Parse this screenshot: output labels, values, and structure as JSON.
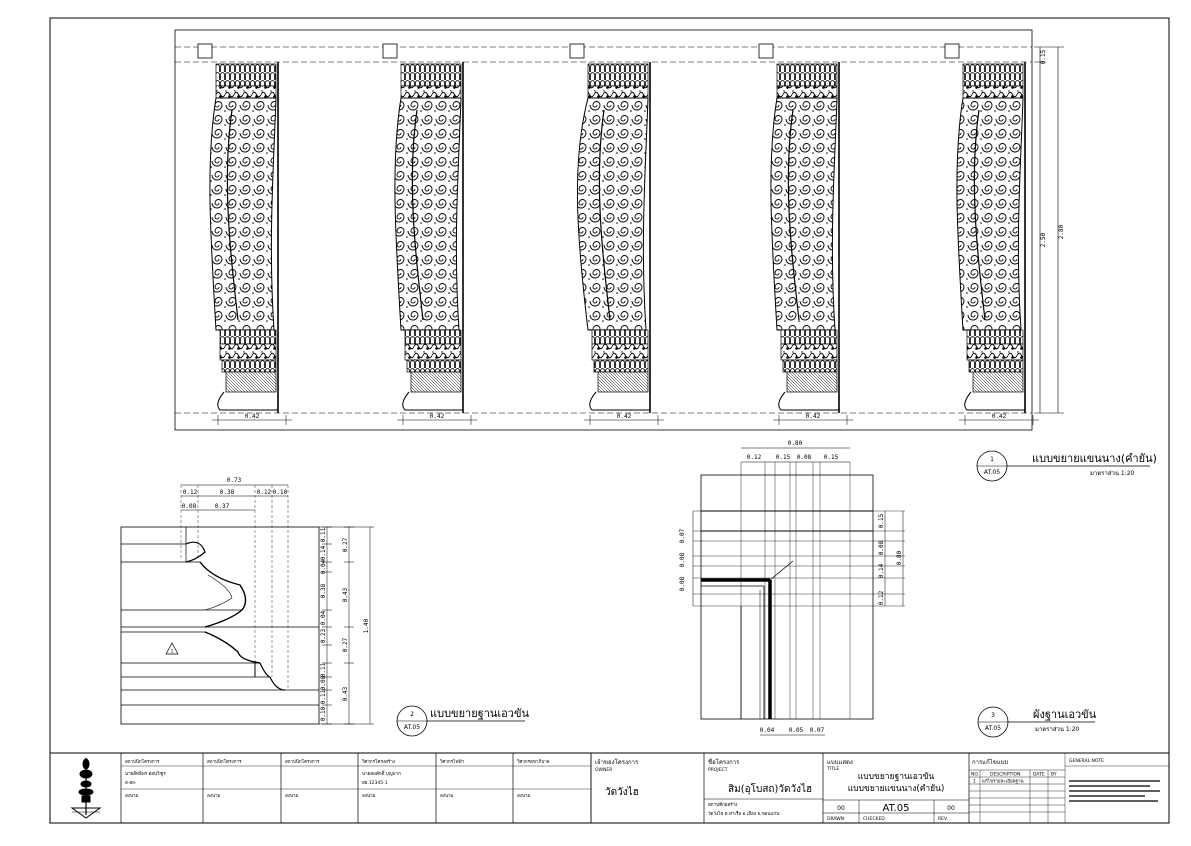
{
  "drawing_1": {
    "number": "1",
    "sheet_ref": "AT.05",
    "title": "แบบขยายแขนนาง(คำยัน)",
    "scale": "มาตราส่วน 1:20",
    "width_labels": [
      "0.42",
      "0.42",
      "0.42",
      "0.42",
      "0.42"
    ],
    "height_labels": [
      "0.15",
      "2.50",
      "2.80"
    ]
  },
  "drawing_2": {
    "number": "2",
    "sheet_ref": "AT.05",
    "title": "แบบขยายฐานเอวขัน",
    "top_dims": [
      "0.73",
      "0.12",
      "0.38",
      "0.12",
      "0.10",
      "0.08",
      "0.37"
    ],
    "right_dims_inner": [
      "0.11",
      "0.14",
      "0.04",
      "0.38",
      "0.04",
      "0.23",
      "0.11",
      "0.08",
      "0.11",
      "0.10"
    ],
    "right_dims_mid": [
      "0.27",
      "0.43",
      "0.27",
      "0.43"
    ],
    "right_dims_total": [
      "1.40"
    ],
    "revision_marker": "1"
  },
  "drawing_3": {
    "number": "3",
    "sheet_ref": "AT.05",
    "title": "ผังฐานเอวขัน",
    "scale": "มาตราส่วน 1:20",
    "top_dims": [
      "0.80",
      "0.12",
      "0.15",
      "0.08",
      "0.15"
    ],
    "left_dims": [
      "0.07",
      "0.08",
      "0.08"
    ],
    "right_dims": [
      "0.15",
      "0.08",
      "0.14",
      "0.12",
      "0.80"
    ],
    "bottom_dims": [
      "0.04",
      "0.05",
      "0.07"
    ]
  },
  "title_block": {
    "cells": [
      {
        "header": "สถาปนิกโครงการ",
        "line1": "นายสิทธิพร อ่อนวิฑูร",
        "line2": "ส-สถ-",
        "line3": "ลงนาม"
      },
      {
        "header": "สถาปนิกโครงการ",
        "line1": "",
        "line2": "",
        "line3": "ลงนาม"
      },
      {
        "header": "สถาปนิกโครงการ",
        "line1": "",
        "line2": "",
        "line3": "ลงนาม"
      },
      {
        "header": "วิศวกรโครงสร้าง",
        "line1": "นายสมศักดิ์ บุญมาก",
        "line2": "สย.12345-1",
        "line3": "ลงนาม"
      },
      {
        "header": "วิศวกรไฟฟ้า",
        "line1": "",
        "line2": "",
        "line3": "ลงนาม"
      },
      {
        "header": "วิศวกรสุขาภิบาล",
        "line1": "",
        "line2": "",
        "line3": "ลงนาม"
      }
    ],
    "owner_header": "เจ้าของโครงการ",
    "owner_sub": "OWNER",
    "owner_name": "วัดวังไฮ",
    "project_header": "ชื่อโครงการ",
    "project_sub": "PROJECT",
    "project_name": "สิม(อุโบสถ)วัดวังไฮ",
    "location_header": "สถานที่ก่อสร้าง",
    "location_text": "วัดวังไฮ ต.ท่าเรือ อ.เมือง จ.ขอนแก่น",
    "drawing_title_header": "แบบแสดง",
    "drawing_title_sub": "TITLE",
    "drawing_title_line1": "แบบขยายฐานเอวขัน",
    "drawing_title_line2": "แบบขยายแขนนาง(คำยัน)",
    "sheet_number": "AT.05",
    "left_code": "00",
    "right_code": "00",
    "footer_labels": [
      "DRAWN",
      "CHECKED",
      "REV."
    ],
    "revision_header": "การแก้ไขแบบ",
    "revision_cols": [
      "NO.",
      "DESCRIPTION",
      "DATE",
      "BY"
    ],
    "revision_row": [
      "1",
      "แก้ไขรายละเอียดฐาน",
      "",
      ""
    ],
    "notes_header": "GENERAL NOTE"
  }
}
